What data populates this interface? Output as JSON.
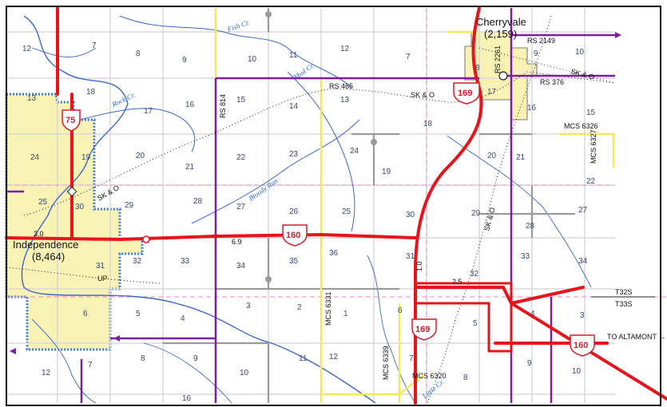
{
  "map": {
    "colors": {
      "highway": "#e8141c",
      "route_purple": "#7a1fa2",
      "route_yellow": "#f2ea59",
      "local_road": "#9a9a9a",
      "railroad": "#222222",
      "stream": "#3b68c8",
      "urban": "#f8f2b5",
      "county_line": "#ff7fd0"
    },
    "cities": [
      {
        "id": "independence",
        "name": "Independence",
        "pop": "(8,464)"
      },
      {
        "id": "cherryvale",
        "name": "Cherryvale",
        "pop": "(2,159)"
      }
    ],
    "route_shields": [
      {
        "id": "us75",
        "number": "75"
      },
      {
        "id": "us169-north",
        "number": "169"
      },
      {
        "id": "us160-center",
        "number": "160"
      },
      {
        "id": "us169-south",
        "number": "169"
      },
      {
        "id": "us160-east",
        "number": "160"
      }
    ],
    "road_labels": {
      "rs465": "RS 465",
      "rs814": "RS 814",
      "rs2149": "RS 2149",
      "rs376": "RS 376",
      "rs2261": "RS 2261",
      "mcs6326": "MCS 6326",
      "mcs6327": "MCS 6327",
      "mcs6331": "MCS 6331",
      "mcs6339": "MCS 6339",
      "mcs6320": "MCS 6320",
      "skando_1": "SK & O",
      "skando_2": "SK & O",
      "skando_3": "SK & O",
      "skando_4": "SK & O",
      "up": "UP",
      "mile_69": "6.9",
      "mile_30": "3.0",
      "mile_10": "1.0",
      "mile_25": "2.5"
    },
    "streams": {
      "fish_cr": "Fish Cr.",
      "mud_cr": "Mud Cr.",
      "rock_cr": "Rock Cr.",
      "bloody_run": "Bloody Run",
      "little_cr": "Little Cr."
    },
    "township_lines": {
      "t32s": "T32S",
      "t33s": "T33S"
    },
    "destination": "TO ALTAMONT →",
    "sections": [
      "12",
      "7",
      "8",
      "9",
      "10",
      "11",
      "12",
      "7",
      "8",
      "9",
      "10",
      "13",
      "18",
      "17",
      "16",
      "15",
      "14",
      "13",
      "18",
      "17",
      "16",
      "15",
      "24",
      "19",
      "20",
      "21",
      "22",
      "23",
      "24",
      "19",
      "20",
      "21",
      "22",
      "25",
      "30",
      "29",
      "28",
      "27",
      "26",
      "25",
      "30",
      "29",
      "28",
      "27",
      "31",
      "32",
      "33",
      "34",
      "35",
      "36",
      "31",
      "32",
      "33",
      "34",
      "6",
      "5",
      "4",
      "3",
      "2",
      "1",
      "6",
      "5",
      "4",
      "3",
      "12",
      "7",
      "8",
      "9",
      "10",
      "11",
      "12",
      "7",
      "8",
      "9",
      "10",
      "16"
    ]
  }
}
